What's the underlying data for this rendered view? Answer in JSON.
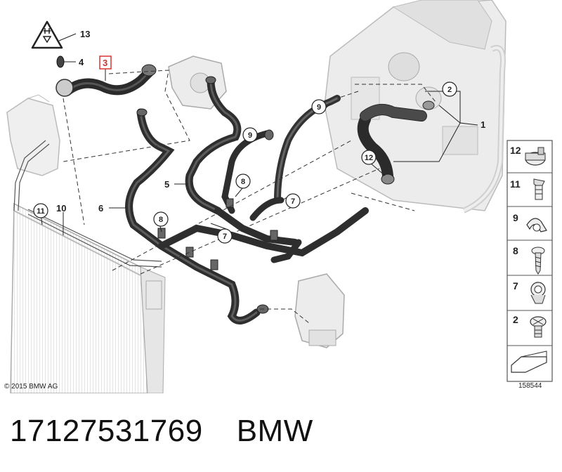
{
  "diagram": {
    "copyright": "© 2015 BMW AG",
    "diagram_id": "158544",
    "callouts": {
      "c13": "13",
      "c4": "4",
      "c3": "3",
      "c1": "1",
      "c5": "5",
      "c6": "6",
      "c10": "10"
    },
    "circled": {
      "c11": "11",
      "c9a": "9",
      "c9b": "9",
      "c8a": "8",
      "c8b": "8",
      "c7a": "7",
      "c7b": "7",
      "c12": "12",
      "c2": "2"
    },
    "legend": [
      {
        "num": "12",
        "part": "hose-clamp"
      },
      {
        "num": "11",
        "part": "expanding-rivet"
      },
      {
        "num": "9",
        "part": "spring-clip"
      },
      {
        "num": "8",
        "part": "screw"
      },
      {
        "num": "7",
        "part": "hose-clip"
      },
      {
        "num": "2",
        "part": "bleeder-screw"
      }
    ]
  },
  "footer": {
    "part_number": "17127531769",
    "brand": "BMW"
  }
}
